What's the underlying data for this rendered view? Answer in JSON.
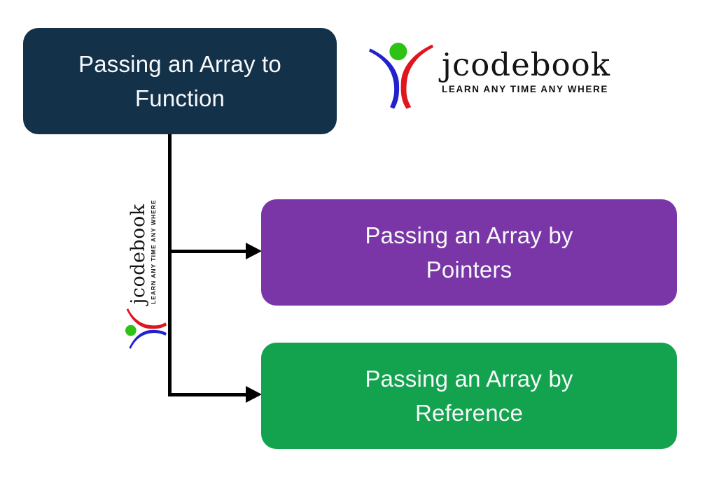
{
  "diagram": {
    "root": {
      "lines": [
        "Passing an Array to",
        "Function"
      ],
      "label": "Passing an Array to Function",
      "color": "#13324A"
    },
    "children": [
      {
        "lines": [
          "Passing an Array by",
          "Pointers"
        ],
        "label": "Passing an Array by Pointers",
        "color": "#7A35A6"
      },
      {
        "lines": [
          "Passing an Array by",
          "Reference"
        ],
        "label": "Passing an Array by Reference",
        "color": "#13A24D"
      }
    ],
    "connector_color": "#000000"
  },
  "logo": {
    "brand": "jcodebook",
    "tagline": "LEARN ANY TIME ANY WHERE",
    "icon_colors": {
      "left_arm_blue": "#2222CC",
      "right_arm_red": "#E0161F",
      "head_green": "#2EC215"
    }
  },
  "colors": {
    "background": "#FFFFFF",
    "box_text": "#F7F9FB"
  }
}
